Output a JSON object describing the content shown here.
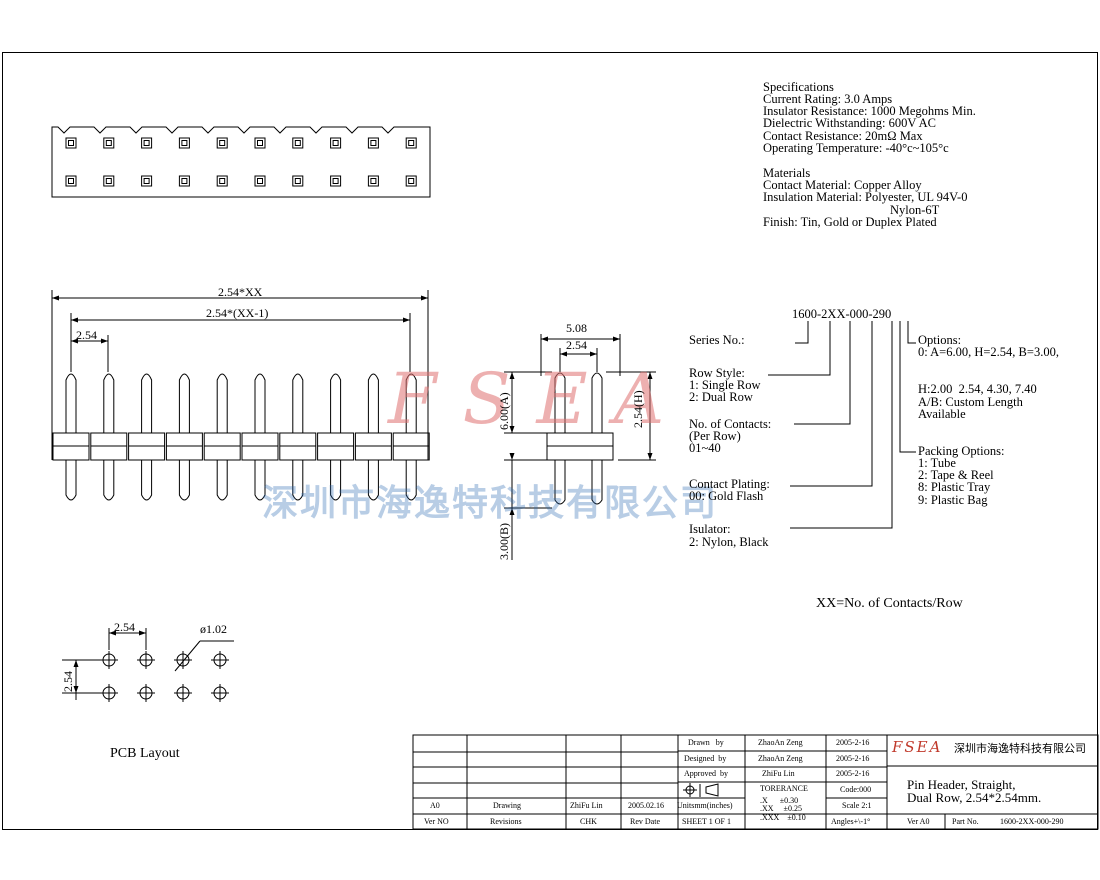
{
  "specifications": {
    "heading": "Specifications",
    "lines": [
      "Current Rating: 3.0 Amps",
      "Insulator Resistance: 1000 Megohms Min.",
      "Dielectric Withstanding: 600V AC",
      "Contact Resistance: 20mΩ Max",
      "Operating Temperature: -40°c~105°c"
    ]
  },
  "materials": {
    "heading": "Materials",
    "lines": [
      "Contact Material: Copper Alloy",
      "Insulation Material: Polyester, UL 94V-0",
      "Nylon-6T",
      "Finish: Tin, Gold or Duplex Plated"
    ]
  },
  "dimensions": {
    "total_length": "2.54*XX",
    "pitch_span": "2.54*(XX-1)",
    "pitch": "2.54",
    "side_width": "5.08",
    "side_pitch": "2.54",
    "a_dim": "6.00(A)",
    "h_dim": "2.54(H)",
    "b_dim": "3.00(B)",
    "pcb_pitch_x": "2.54",
    "pcb_pitch_y": "2.54",
    "hole_dia": "ø1.02"
  },
  "part_number": "1600-2XX-000-290",
  "labels": {
    "series": "Series No.:",
    "row_style": [
      "Row Style:",
      "1: Single Row",
      "2: Dual Row"
    ],
    "contacts": [
      "No. of Contacts:",
      "(Per Row)",
      "01~40"
    ],
    "plating": [
      "Contact Plating:",
      "00: Gold Flash"
    ],
    "insulator": [
      "Isulator:",
      "2: Nylon, Black"
    ],
    "options": [
      "Options:",
      "0: A=6.00, H=2.54, B=3.00,",
      "H:2.00  2.54, 4.30, 7.40",
      "A/B: Custom Length",
      "Available"
    ],
    "packing": [
      "Packing Options:",
      "1: Tube",
      "2: Tape & Reel",
      "8: Plastic Tray",
      "9: Plastic Bag"
    ],
    "xx_note": "XX=No. of Contacts/Row",
    "pcb_layout": "PCB Layout"
  },
  "watermark": {
    "logo": "FSEA",
    "company": "深圳市海逸特科技有限公司"
  },
  "title_block": {
    "drawn_label": "Drawn   by",
    "drawn_name": "ZhaoAn Zeng",
    "drawn_date": "2005-2-16",
    "designed_label": "Designed  by",
    "designed_name": "ZhaoAn Zeng",
    "designed_date": "2005-2-16",
    "approved_label": "Approved  by",
    "approved_name": "ZhiFu Lin",
    "approved_date": "2005-2-16",
    "tolerance_label": "TORERANCE",
    "code_label": "Code:000",
    "tol_x": ".X      ±0.30",
    "tol_xx": ".XX     ±0.25",
    "tol_xxx": ".XXX    ±0.10",
    "scale": "Scale 2:1",
    "angles": "Angles+\\-1°",
    "rev_row": [
      "A0",
      "Drawing",
      "ZhiFu Lin",
      "2005.02.16",
      "Unitsmm(inches)"
    ],
    "head_row": [
      "Ver NO",
      "Revisions",
      "CHK",
      "Rev Date",
      "SHEET 1 OF 1"
    ],
    "logo": "FSEA",
    "company": "深圳市海逸特科技有限公司",
    "title_lines": [
      "Pin Header, Straight,",
      "Dual Row, 2.54*2.54mm."
    ],
    "ver": "Ver A0",
    "part_label": "Part No.",
    "part_no": "1600-2XX-000-290"
  }
}
